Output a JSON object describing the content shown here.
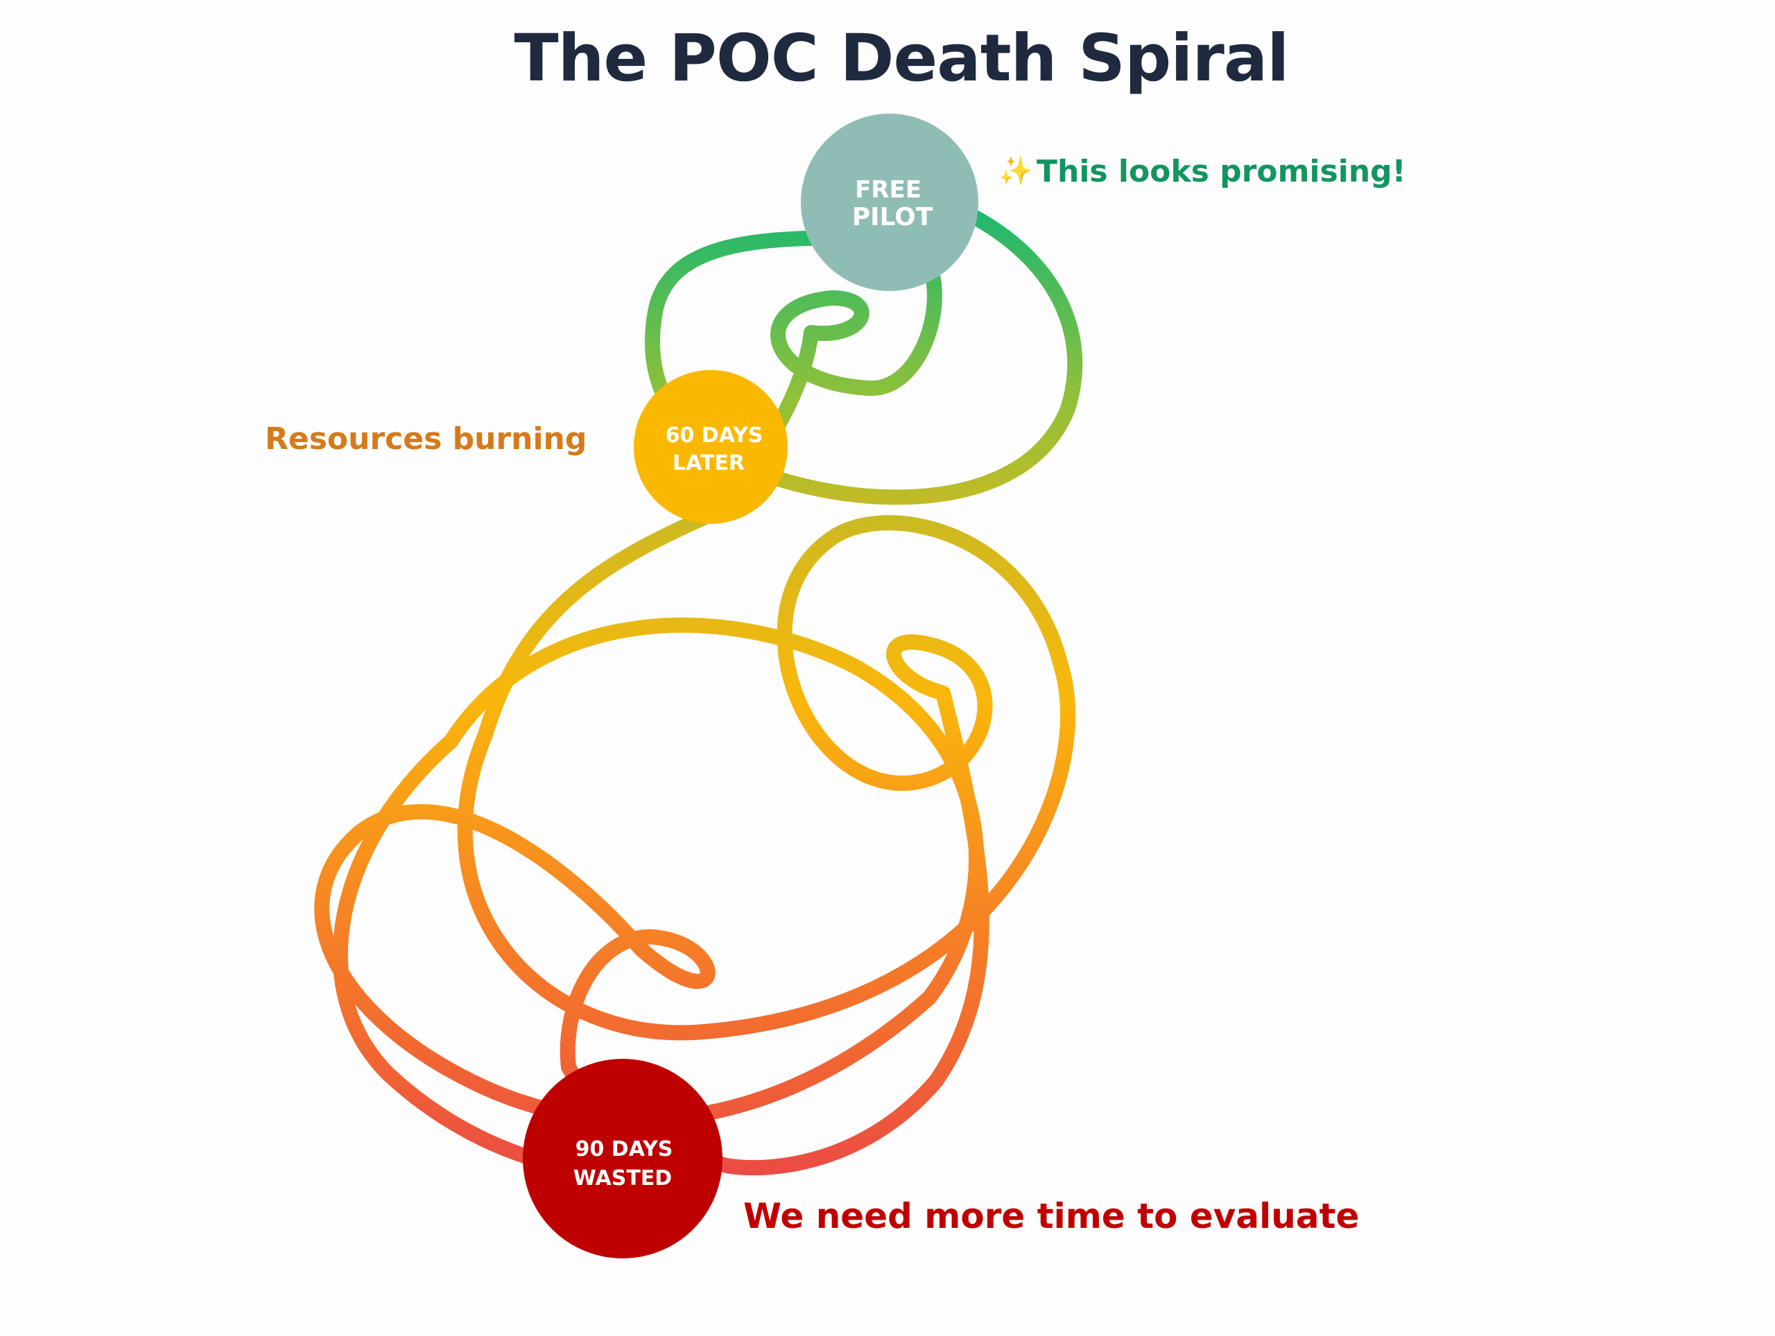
{
  "title": "The POC Death Spiral",
  "stages": [
    {
      "id": "free-pilot",
      "lines": [
        "FREE",
        "PILOT"
      ],
      "color": "#8fbdb5"
    },
    {
      "id": "60-days",
      "lines": [
        "60 DAYS",
        "LATER"
      ],
      "color": "#fbb800"
    },
    {
      "id": "90-days",
      "lines": [
        "90 DAYS",
        "WASTED"
      ],
      "color": "#be0000"
    }
  ],
  "annotations": {
    "promising": {
      "icon": "sparkles-icon",
      "glyph": "✨",
      "text": "This looks promising!",
      "color": "#12955f"
    },
    "burning": {
      "text": "Resources burning",
      "color": "#d57a1a"
    },
    "evaluate": {
      "text": "We need more time to evaluate",
      "color": "#c00000"
    }
  },
  "spiral_gradient": [
    "#1fb86e",
    "#8fc03a",
    "#d6b91d",
    "#f9b70b",
    "#f8901e",
    "#f26a30",
    "#e8404a"
  ]
}
